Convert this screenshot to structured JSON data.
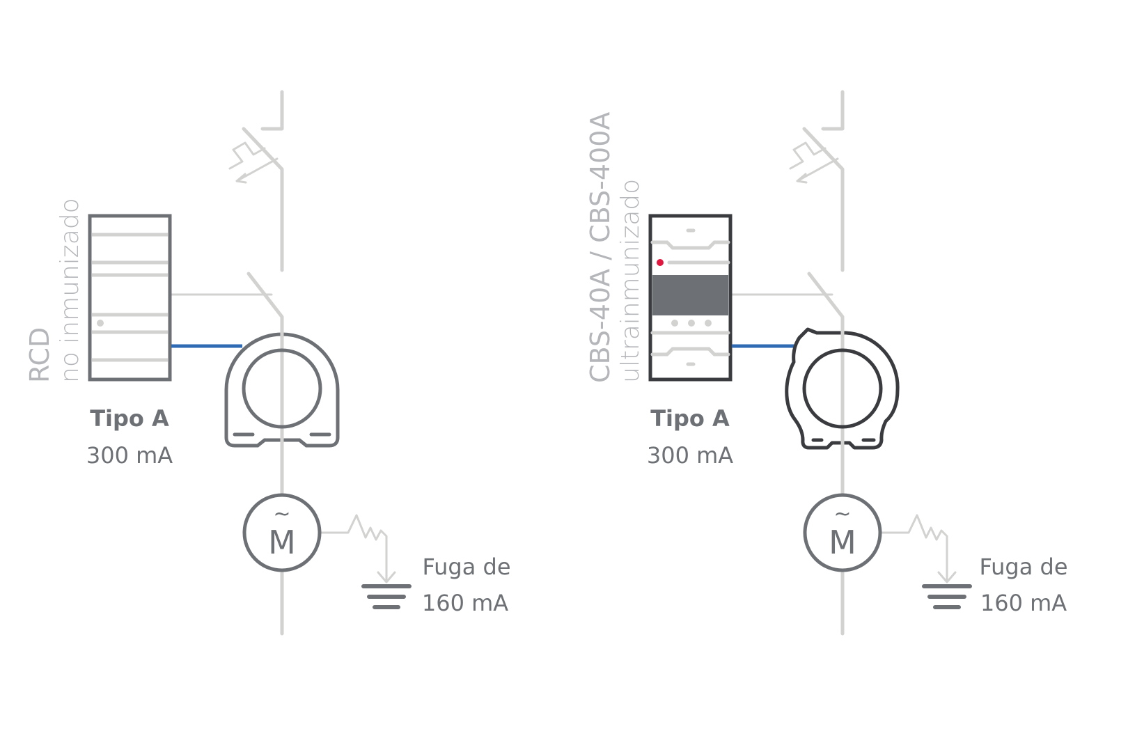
{
  "colors": {
    "light": "#d2d2d1",
    "dark": "#6d7074",
    "darker": "#3a3b3f",
    "blue": "#2f6ab5",
    "red": "#e0173f",
    "label": "#b4b6ba"
  },
  "left": {
    "device_name": "RCD",
    "device_sub": "no inmunizado",
    "type": "Tipo A",
    "rating": "300 mA",
    "motor": "M",
    "leak_line1": "Fuga de",
    "leak_line2": "160 mA"
  },
  "right": {
    "device_name": "CBS-40A / CBS-400A",
    "device_sub": "ultrainmunizado",
    "type": "Tipo A",
    "rating": "300 mA",
    "motor": "M",
    "leak_line1": "Fuga de",
    "leak_line2": "160 mA"
  }
}
